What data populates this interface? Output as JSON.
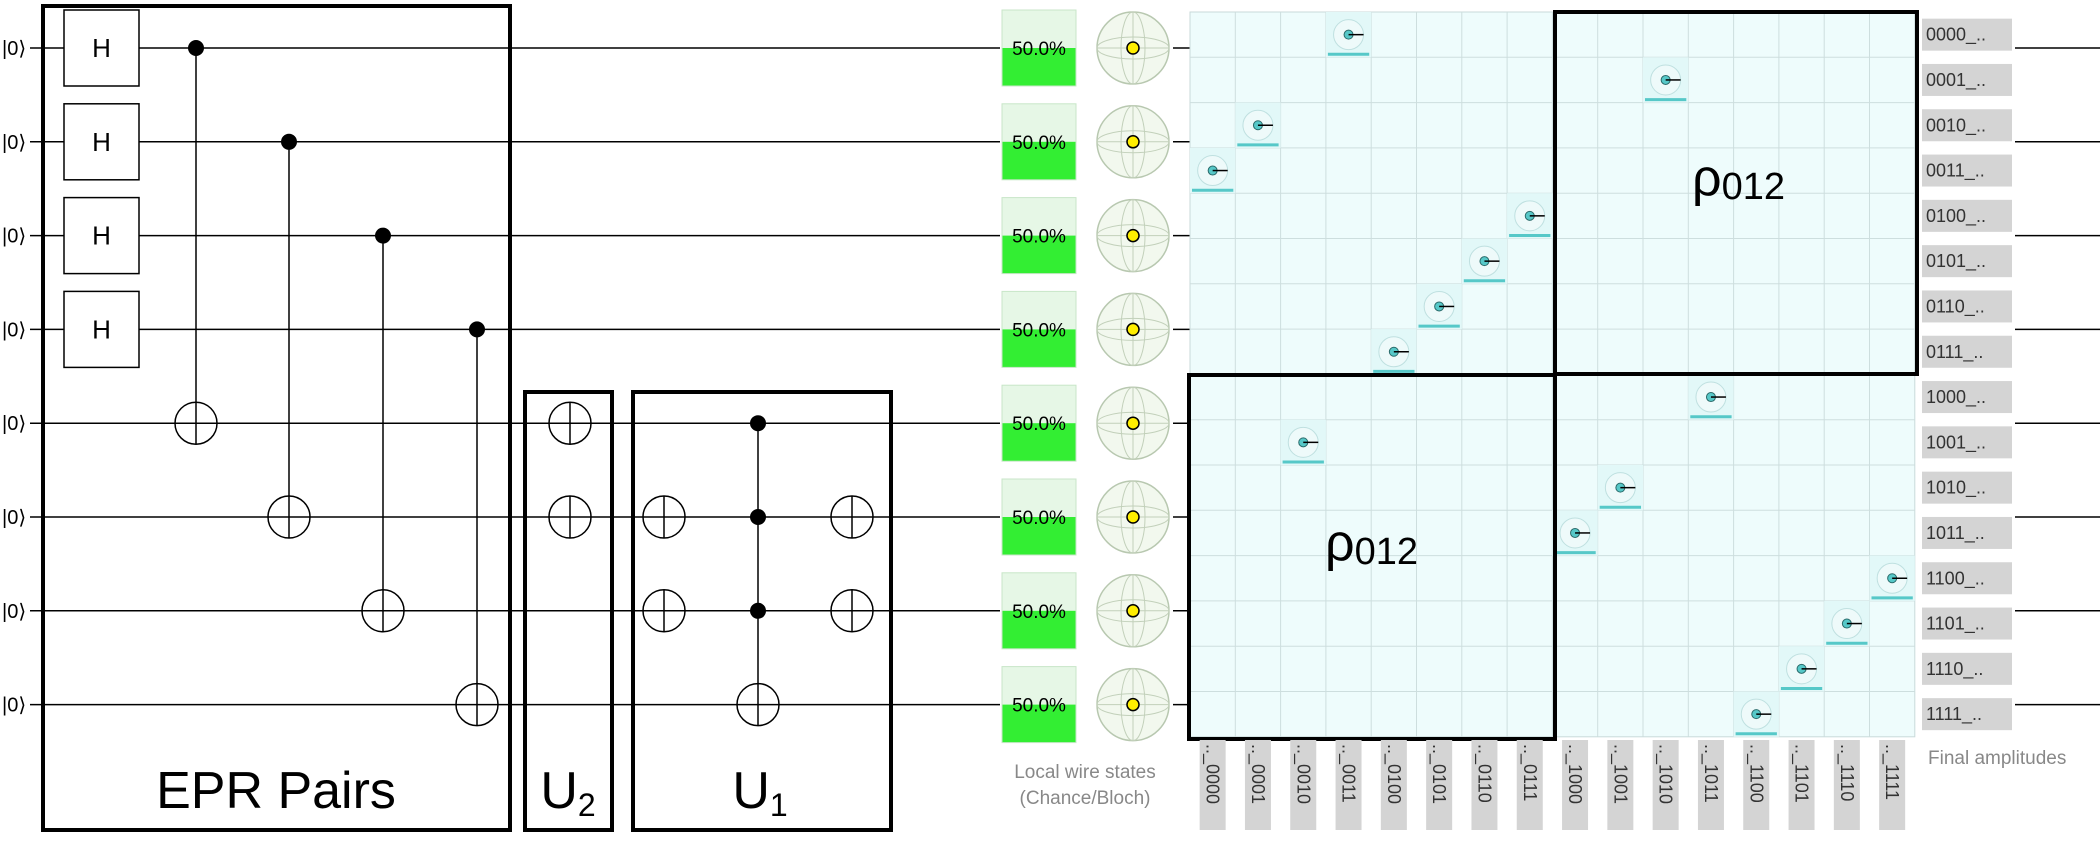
{
  "qubit_ket": "|0⟩",
  "qubit_count": 8,
  "h_label": "H",
  "box_labels": {
    "epr": "EPR Pairs",
    "u2": {
      "base": "U",
      "sub": "2"
    },
    "u1": {
      "base": "U",
      "sub": "1"
    }
  },
  "wire_chance": [
    "50.0%",
    "50.0%",
    "50.0%",
    "50.0%",
    "50.0%",
    "50.0%",
    "50.0%",
    "50.0%"
  ],
  "wire_chance_fraction": 0.5,
  "local_wire_caption": [
    "Local wire states",
    "(Chance/Bloch)"
  ],
  "basis_labels_right": [
    "0000_..",
    "0001_..",
    "0010_..",
    "0011_..",
    "0100_..",
    "0101_..",
    "0110_..",
    "0111_..",
    "1000_..",
    "1001_..",
    "1010_..",
    "1011_..",
    "1100_..",
    "1101_..",
    "1110_..",
    "1111_.."
  ],
  "basis_labels_bottom": [
    ".._0000",
    ".._0001",
    ".._0010",
    ".._0011",
    ".._0100",
    ".._0101",
    ".._0110",
    ".._0111",
    ".._1000",
    ".._1001",
    ".._1010",
    ".._1011",
    ".._1100",
    ".._1101",
    ".._1110",
    ".._1111"
  ],
  "final_amplitudes_caption": "Final amplitudes",
  "matrix_nonzero_cells": [
    [
      0,
      3
    ],
    [
      1,
      10
    ],
    [
      2,
      1
    ],
    [
      3,
      0
    ],
    [
      4,
      7
    ],
    [
      5,
      6
    ],
    [
      6,
      5
    ],
    [
      7,
      4
    ],
    [
      8,
      11
    ],
    [
      9,
      2
    ],
    [
      10,
      9
    ],
    [
      11,
      8
    ],
    [
      12,
      15
    ],
    [
      13,
      14
    ],
    [
      14,
      13
    ],
    [
      15,
      12
    ]
  ],
  "rho_label": {
    "base": "ρ",
    "sub": "012"
  },
  "colors": {
    "chance_fill": "#33ee33",
    "chance_bg": "#e6f7e6",
    "matrix_bg": "#eefcfc",
    "amp_circle": "#56c8c8",
    "bloch_point": "#ffee00"
  }
}
